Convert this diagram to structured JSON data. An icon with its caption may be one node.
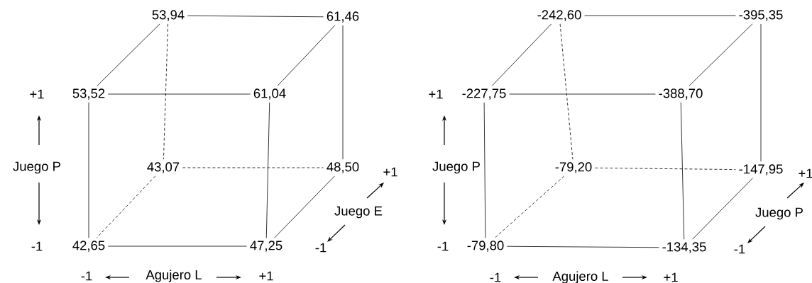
{
  "diagram": {
    "nodes": [
      {
        "text": [
          "53,94"
        ]
      },
      {
        "text": [
          "61,46"
        ]
      },
      {
        "text": [
          "53,52"
        ]
      },
      {
        "text": [
          "61,04"
        ]
      },
      {
        "text": [
          "43,07"
        ]
      },
      {
        "text": [
          "48,50"
        ]
      },
      {
        "text": [
          "42,65"
        ]
      },
      {
        "text": [
          "47,25"
        ]
      },
      {
        "text": [
          "-242,60"
        ]
      },
      {
        "text": [
          "-395,35"
        ]
      },
      {
        "text": [
          "-227,75"
        ]
      },
      {
        "text": [
          "-388,70"
        ]
      },
      {
        "text": [
          "-79,20"
        ]
      },
      {
        "text": [
          "-147,95"
        ]
      },
      {
        "text": [
          "-79,80"
        ]
      },
      {
        "text": [
          "-134,35"
        ]
      }
    ],
    "edges": [
      {
        "from": 0,
        "to": 1,
        "arrow": "none"
      },
      {
        "from": 0,
        "to": 2,
        "arrow": "none"
      },
      {
        "from": 1,
        "to": 3,
        "arrow": "none"
      },
      {
        "from": 2,
        "to": 3,
        "arrow": "none"
      },
      {
        "from": 0,
        "to": 4,
        "arrow": "none",
        "style": "dashed"
      },
      {
        "from": 1,
        "to": 5,
        "arrow": "none"
      },
      {
        "from": 2,
        "to": 6,
        "arrow": "none"
      },
      {
        "from": 3,
        "to": 7,
        "arrow": "none"
      },
      {
        "from": 4,
        "to": 5,
        "arrow": "none",
        "style": "dashed"
      },
      {
        "from": 4,
        "to": 6,
        "arrow": "none",
        "style": "dashed"
      },
      {
        "from": 5,
        "to": 7,
        "arrow": "none"
      },
      {
        "from": 6,
        "to": 7,
        "arrow": "none"
      },
      {
        "from": 8,
        "to": 9,
        "arrow": "none"
      },
      {
        "from": 8,
        "to": 10,
        "arrow": "none"
      },
      {
        "from": 9,
        "to": 11,
        "arrow": "none"
      },
      {
        "from": 10,
        "to": 11,
        "arrow": "none"
      },
      {
        "from": 8,
        "to": 12,
        "arrow": "none",
        "style": "dashed"
      },
      {
        "from": 9,
        "to": 13,
        "arrow": "none"
      },
      {
        "from": 10,
        "to": 14,
        "arrow": "none"
      },
      {
        "from": 11,
        "to": 15,
        "arrow": "none"
      },
      {
        "from": 12,
        "to": 13,
        "arrow": "none",
        "style": "dashed"
      },
      {
        "from": 12,
        "to": 14,
        "arrow": "none",
        "style": "dashed"
      },
      {
        "from": 13,
        "to": 15,
        "arrow": "none"
      },
      {
        "from": 14,
        "to": 15,
        "arrow": "none"
      }
    ],
    "labels": [
      "+1",
      "Juego P",
      "-1",
      "+1",
      "Juego E",
      "-1",
      "-1",
      "Agujero L",
      "+1",
      "+1",
      "Juego P",
      "-1",
      "+1",
      "Juego P",
      "-1",
      "-1",
      "Agujero L",
      "+1"
    ]
  }
}
